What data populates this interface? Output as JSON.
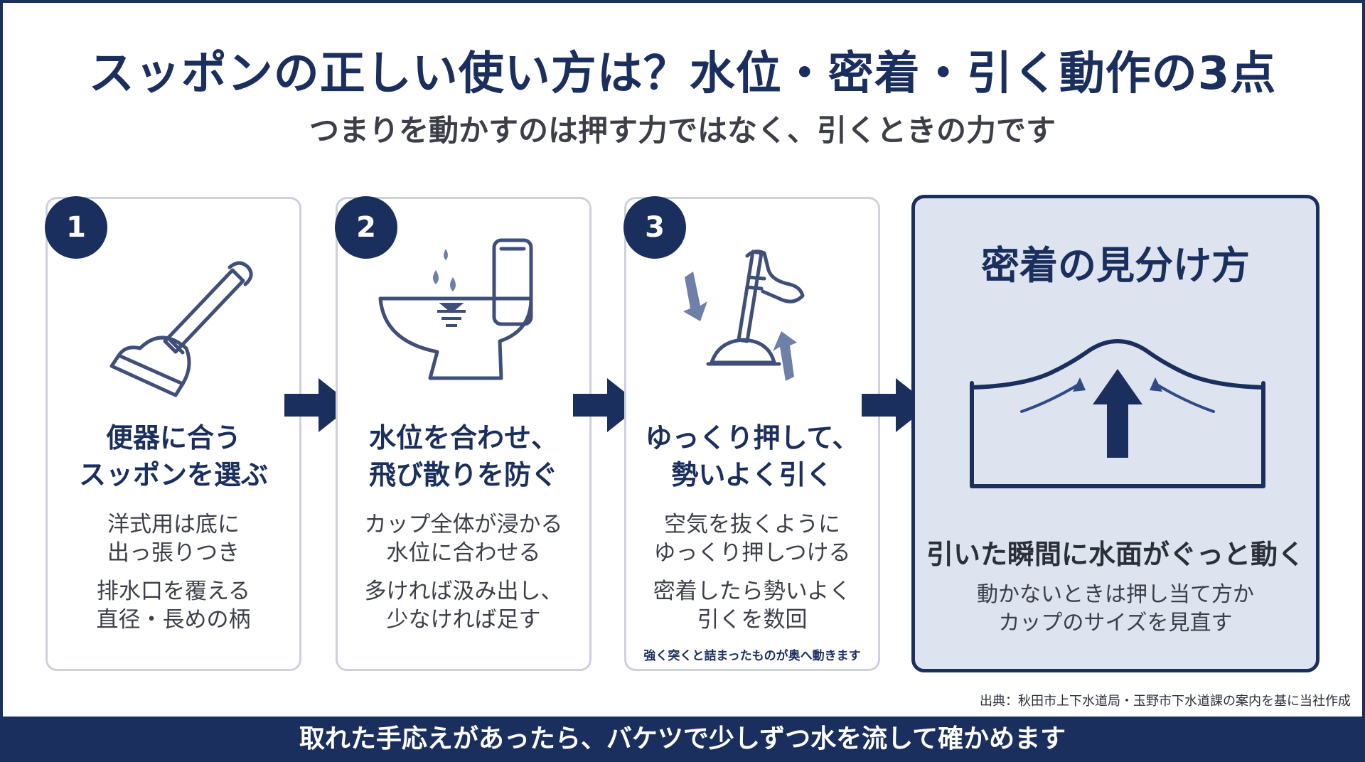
{
  "title": "スッポンの正しい使い方は？水位・密着・引く動作の3点",
  "subtitle": "つまりを動かすのは押す力ではなく、引くときの力です",
  "steps": [
    {
      "number": "1",
      "icon": "plunger-icon",
      "heading_line1": "便器に合う",
      "heading_line2": "スッポンを選ぶ",
      "body": [
        "洋式用は底に",
        "出っ張りつき",
        "排水口を覆える",
        "直径・長めの柄"
      ]
    },
    {
      "number": "2",
      "icon": "toilet-water-level-icon",
      "heading_line1": "水位を合わせ、",
      "heading_line2": "飛び散りを防ぐ",
      "body": [
        "カップ全体が浸かる",
        "水位に合わせる",
        "多ければ汲み出し、",
        "少なければ足す"
      ]
    },
    {
      "number": "3",
      "icon": "hand-plunger-icon",
      "heading_line1": "ゆっくり押して、",
      "heading_line2": "勢いよく引く",
      "body": [
        "空気を抜くように",
        "ゆっくり押しつける",
        "密着したら勢いよく",
        "引くを数回"
      ],
      "note": "強く突くと詰まったものが奥へ動きます"
    }
  ],
  "panel": {
    "title": "密着の見分け方",
    "icon": "water-surface-rise-icon",
    "heading": "引いた瞬間に水面がぐっと動く",
    "body": [
      "動かないときは押し当て方か",
      "カップのサイズを見直す"
    ]
  },
  "source": "出典：秋田市上下水道局・玉野市下水道課の案内を基に当社作成",
  "footer": "取れた手応えがあったら、バケツで少しずつ水を流して確かめます",
  "colors": {
    "navy": "#1b2f5e",
    "panel_bg": "#dde3ef",
    "card_border": "#cdd1da",
    "icon_stroke": "#3f4f7a",
    "water_drop": "#6e7fa8"
  }
}
